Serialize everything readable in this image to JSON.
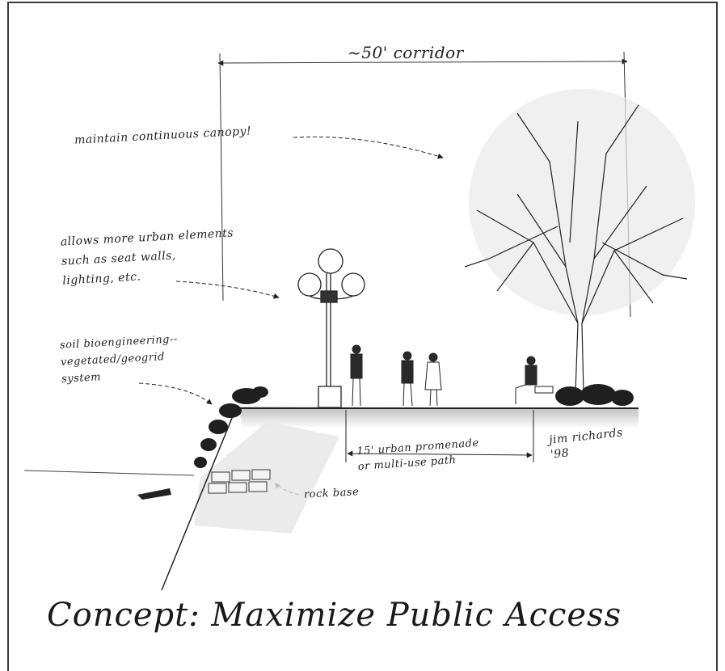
{
  "sketch": {
    "corridor_label": "~50' corridor",
    "canopy_note": "maintain continuous canopy!",
    "urban_note": [
      "allows more urban elements",
      "such as seat walls,",
      "lighting, etc."
    ],
    "soil_note": [
      "soil bioengineering--",
      "vegetated/geogrid",
      "system"
    ],
    "path_note": [
      "15' urban promenade",
      "or multi-use path"
    ],
    "rock_note": "rock base",
    "signature": [
      "jim richards",
      "'98"
    ],
    "title": "Concept: Maximize Public Access"
  },
  "colors": {
    "ink": "#222222",
    "shade": "#c9c9c9",
    "frame": "#3b3b3b"
  }
}
